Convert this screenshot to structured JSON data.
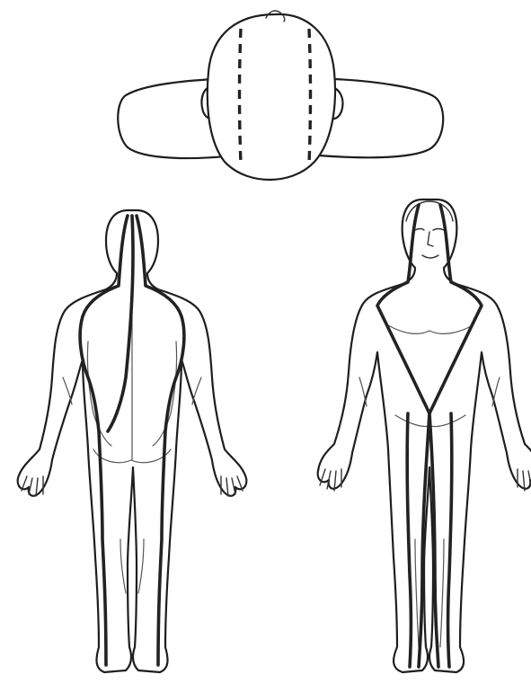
{
  "figure": {
    "views": [
      {
        "id": "top-of-head",
        "kind": "head-vertex-view"
      },
      {
        "id": "back",
        "kind": "posterior-full-body-view"
      },
      {
        "id": "front",
        "kind": "anterior-full-body-view"
      }
    ],
    "line_color": "#222222",
    "outline_color": "#1e1e1e",
    "background": "#ffffff",
    "meridian_styles": {
      "head": "dashed",
      "body": "solid"
    }
  }
}
